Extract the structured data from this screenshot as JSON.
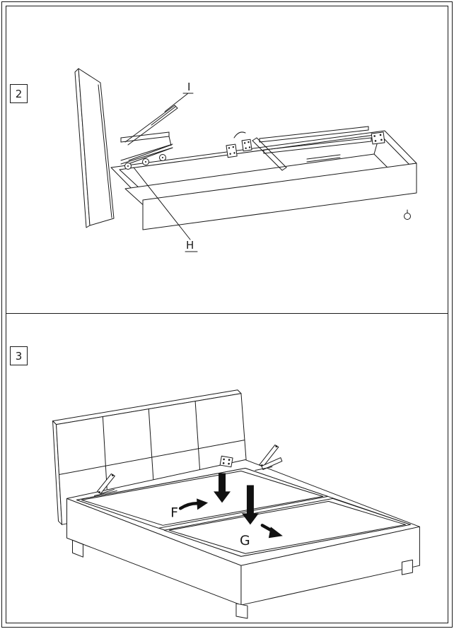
{
  "sheet": {
    "background": "#ffffff",
    "line_color": "#1a1a1a",
    "arrow_color": "#111111"
  },
  "steps": [
    {
      "number": "2",
      "callouts": [
        {
          "text": "I"
        },
        {
          "text": "H"
        }
      ]
    },
    {
      "number": "3",
      "callouts": [
        {
          "text": "F"
        },
        {
          "text": "G"
        }
      ]
    }
  ]
}
